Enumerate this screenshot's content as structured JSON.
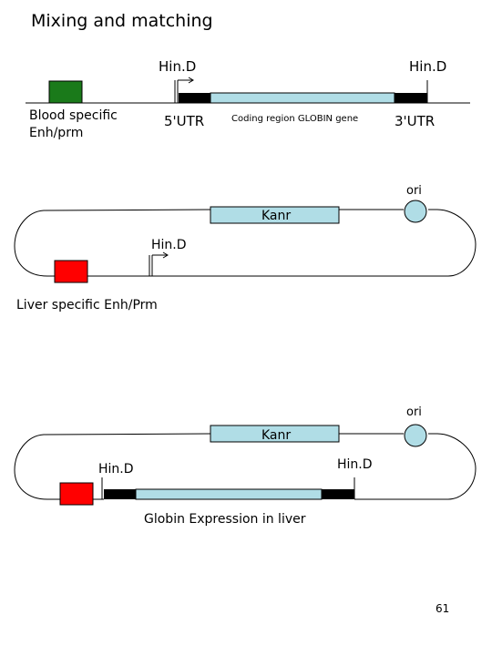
{
  "slide": {
    "title": "Mixing and matching",
    "page_number": "61"
  },
  "construct": {
    "hind_left": "Hin.D",
    "hind_right": "Hin.D",
    "blood_label_line1": "Blood specific",
    "blood_label_line2": "Enh/prm",
    "utr5": "5'UTR",
    "coding_region": "Coding region GLOBIN gene",
    "utr3": "3'UTR"
  },
  "plasmid1": {
    "ori": "ori",
    "kanr": "Kanr",
    "hind": "Hin.D",
    "liver_label": "Liver specific Enh/Prm"
  },
  "plasmid2": {
    "ori": "ori",
    "kanr": "Kanr",
    "hind_left": "Hin.D",
    "hind_right": "Hin.D",
    "caption": "Globin Expression in liver"
  },
  "colors": {
    "blood_promoter": "#1a7a1a",
    "liver_promoter": "#ff0000",
    "coding_fill": "#b0dde6",
    "utr_fill": "#000000",
    "kanr_fill": "#b0dde6",
    "ori_fill": "#b0dde6"
  }
}
